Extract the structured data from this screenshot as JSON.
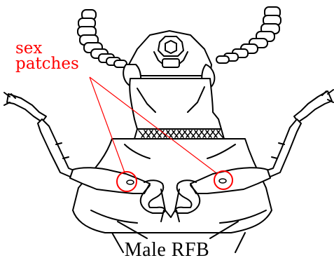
{
  "figure": {
    "caption": "Male RFB",
    "annotation_line1": "sex",
    "annotation_line2": "patches"
  },
  "colors": {
    "annotation": "#ff0000",
    "outline": "#000000",
    "background": "#ffffff"
  }
}
